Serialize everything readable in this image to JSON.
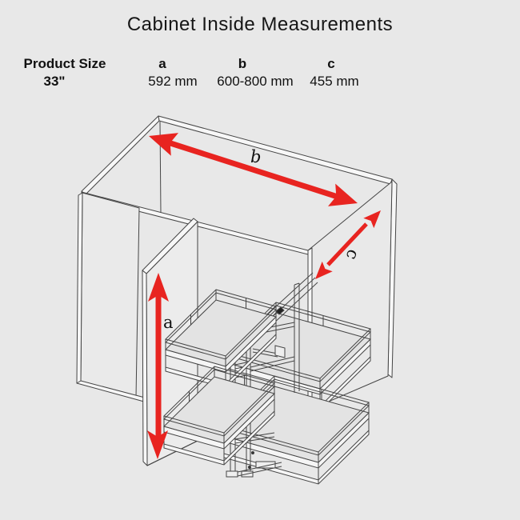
{
  "title": "Cabinet Inside Measurements",
  "table": {
    "col_product": "Product Size",
    "col_a": "a",
    "col_b": "b",
    "col_c": "c",
    "row_size": "33\"",
    "row_a": "592 mm",
    "row_b": "600-800 mm",
    "row_c": "455 mm"
  },
  "diagram": {
    "label_a": "a",
    "label_b": "b",
    "label_c": "c",
    "arrow_color": "#e82420",
    "line_color": "#454545",
    "background": "#e8e8e8"
  }
}
